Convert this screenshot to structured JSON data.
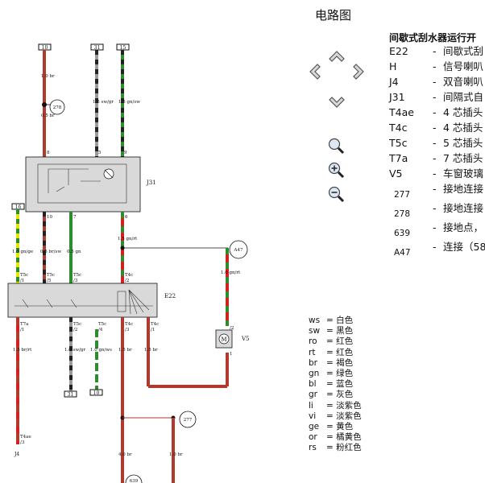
{
  "title": "电路图",
  "legend_heading": "间歇式刮水器运行开",
  "legend": [
    {
      "code": "E22",
      "desc": "间歇式刮"
    },
    {
      "code": "H",
      "desc": "信号喇叭"
    },
    {
      "code": "J4",
      "desc": "双音喇叭"
    },
    {
      "code": "J31",
      "desc": "间隔式自"
    },
    {
      "code": "T4ae",
      "desc": "4 芯插头"
    },
    {
      "code": "T4c",
      "desc": "4 芯插头"
    },
    {
      "code": "T5c",
      "desc": "5 芯插头"
    },
    {
      "code": "T7a",
      "desc": "7 芯插头"
    },
    {
      "code": "V5",
      "desc": "车窗玻璃"
    },
    {
      "code": "277",
      "desc": "接地连接"
    },
    {
      "code": "278",
      "desc": "接地连接"
    },
    {
      "code": "639",
      "desc": "接地点，"
    },
    {
      "code": "A47",
      "desc": "连接（58"
    }
  ],
  "colors": [
    {
      "code": "ws",
      "name": "白色"
    },
    {
      "code": "sw",
      "name": "黑色"
    },
    {
      "code": "ro",
      "name": "红色"
    },
    {
      "code": "rt",
      "name": "红色"
    },
    {
      "code": "br",
      "name": "褐色"
    },
    {
      "code": "gn",
      "name": "绿色"
    },
    {
      "code": "bl",
      "name": "蓝色"
    },
    {
      "code": "gr",
      "name": "灰色"
    },
    {
      "code": "li",
      "name": "淡紫色"
    },
    {
      "code": "vi",
      "name": "淡紫色"
    },
    {
      "code": "ge",
      "name": "黄色"
    },
    {
      "code": "or",
      "name": "橘黄色"
    },
    {
      "code": "rs",
      "name": "粉红色"
    }
  ],
  "diagram": {
    "terminals_top": [
      "10",
      "31",
      "15"
    ],
    "terminal_31b": "31",
    "terminal_16": "16",
    "terminal_10b": "10",
    "module_j31": "J31",
    "module_e22": "E22",
    "motor_v5": "V5",
    "out_j4": "J4",
    "grounds": [
      "278",
      "277",
      "639"
    ],
    "node_a47": "A47",
    "pins": [
      "8",
      "5",
      "9",
      "10",
      "7",
      "6",
      "/1",
      "/5",
      "/3",
      "/2",
      "/1",
      "/2",
      "/4",
      "/3",
      "T4c",
      "/1",
      "/2",
      "1",
      "2",
      "T4ae",
      "/3"
    ],
    "pin_labels": {
      "j31_in": [
        "8",
        "5",
        "9"
      ],
      "j31_out": [
        "10",
        "7",
        "6"
      ],
      "t5c": [
        "T5c",
        "T5c",
        "T5c"
      ],
      "t4c": "T4c",
      "t7a": "T7a",
      "t5c2": [
        "T5c",
        "T5c"
      ],
      "t4c2": [
        "T4c",
        "T4c"
      ]
    },
    "wires": {
      "w10": "1.0 br",
      "w278": "0.5 br",
      "w31": "1.5 sw/gr",
      "w15": "1.5 gn/sw",
      "w16": "1.0 gn/ge",
      "w10b": "0.5 br/sw",
      "w7": "0.5 gn",
      "w6": "1.5 gn/rt",
      "wa47": "1.0 gn/rt",
      "wt7a": "1.5 br/rt",
      "wt5c2": "1.0 sw/gr",
      "wt5c4": "1.0 gn/ws",
      "wt4c3": "1.5 br",
      "wt4c1": "1.5 br",
      "w277a": "4.0 br",
      "w277b": "1.0 br"
    },
    "colors": {
      "brown": "#b03a2e",
      "black": "#222222",
      "green": "#2e8b2e",
      "yellow": "#e6e600",
      "grey": "#9a9a9a",
      "white": "#ffffff",
      "red": "#d42020",
      "module_fill": "#d9d9d9"
    }
  }
}
